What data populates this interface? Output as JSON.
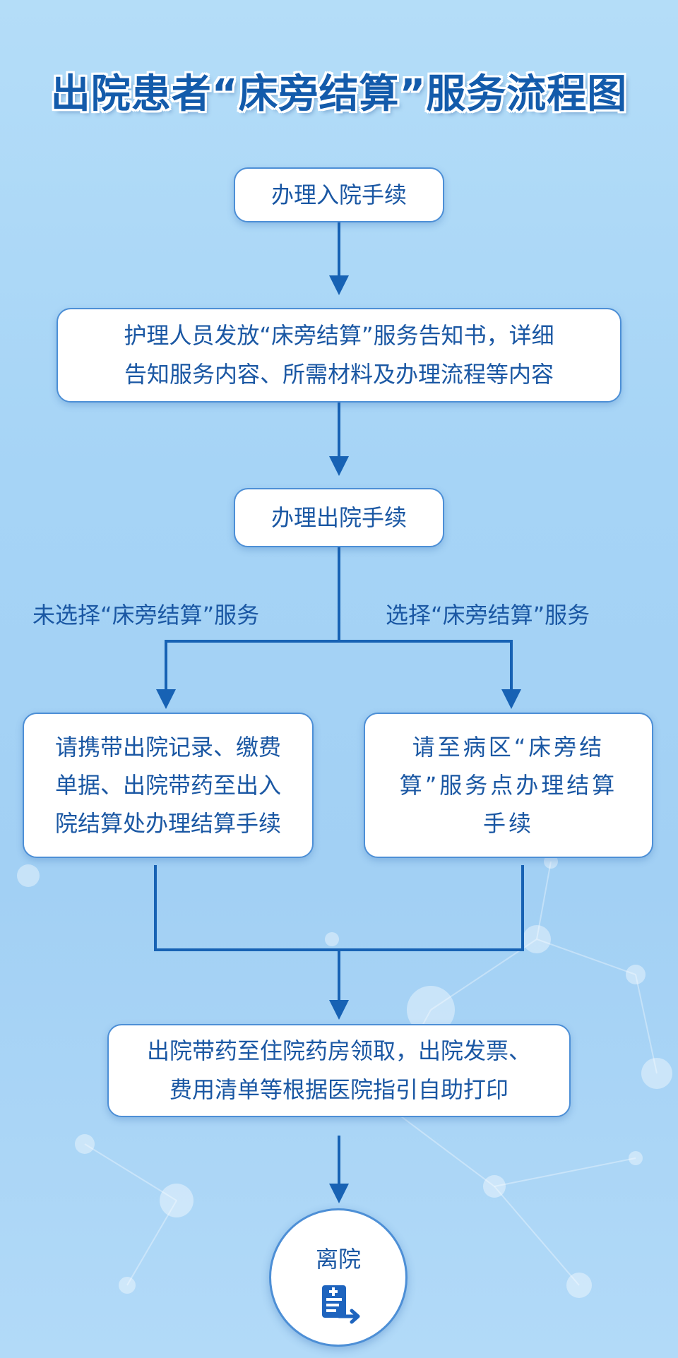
{
  "title": "出院患者“床旁结算”服务流程图",
  "steps": {
    "admit": "办理入院手续",
    "notice_line1": "护理人员发放“床旁结算”服务告知书，详细",
    "notice_line2": "告知服务内容、所需材料及办理流程等内容",
    "discharge": "办理出院手续"
  },
  "branches": {
    "left_label": "未选择“床旁结算”服务",
    "right_label": "选择“床旁结算”服务",
    "left_line1": "请携带出院记录、缴费",
    "left_line2": "单据、出院带药至出入",
    "left_line3": "院结算处办理结算手续",
    "right_line1": "请至病区“床旁结",
    "right_line2": "算”服务点办理结算",
    "right_line3": "手续"
  },
  "pickup": {
    "line1": "出院带药至住院药房领取，出院发票、",
    "line2": "费用清单等根据医院指引自助打印"
  },
  "leave": {
    "label": "离院",
    "icon": "discharge-document-icon"
  },
  "colors": {
    "primary": "#1a57a3",
    "line": "#1762b4",
    "border": "#4d8fd6",
    "background": "#a6d4f6"
  }
}
